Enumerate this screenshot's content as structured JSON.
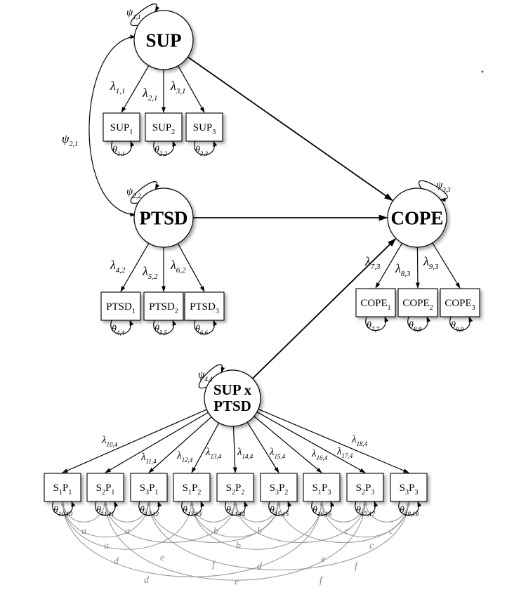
{
  "latents": {
    "sup": "SUP",
    "ptsd": "PTSD",
    "cope": "COPE",
    "interaction_line1": "SUP x",
    "interaction_line2": "PTSD"
  },
  "indicators": {
    "sup": [
      [
        "SUP",
        "1"
      ],
      [
        "SUP",
        "2"
      ],
      [
        "SUP",
        "3"
      ]
    ],
    "ptsd": [
      [
        "PTSD",
        "1"
      ],
      [
        "PTSD",
        "2"
      ],
      [
        "PTSD",
        "3"
      ]
    ],
    "cope": [
      [
        "COPE",
        "1"
      ],
      [
        "COPE",
        "2"
      ],
      [
        "COPE",
        "3"
      ]
    ],
    "products": [
      [
        "S",
        "1",
        "P",
        "1"
      ],
      [
        "S",
        "2",
        "P",
        "1"
      ],
      [
        "S",
        "3",
        "P",
        "1"
      ],
      [
        "S",
        "1",
        "P",
        "2"
      ],
      [
        "S",
        "2",
        "P",
        "2"
      ],
      [
        "S",
        "3",
        "P",
        "2"
      ],
      [
        "S",
        "1",
        "P",
        "3"
      ],
      [
        "S",
        "2",
        "P",
        "3"
      ],
      [
        "S",
        "3",
        "P",
        "3"
      ]
    ]
  },
  "symbols": {
    "psi": "ψ",
    "lambda": "λ",
    "theta": "θ"
  },
  "psi_labels": {
    "sup": "1,1",
    "ptsd": "2,2",
    "cope": "3,3",
    "interaction": "4,4",
    "covariance": "2,1"
  },
  "lambda_labels": {
    "sup": [
      "1,1",
      "2,1",
      "3,1"
    ],
    "ptsd": [
      "4,2",
      "5,2",
      "6,2"
    ],
    "cope": [
      "7,3",
      "8,3",
      "9,3"
    ],
    "products": [
      "10,4",
      "11,4",
      "12,4",
      "13,4",
      "14,4",
      "15,4",
      "16,4",
      "17,4",
      "18,4"
    ]
  },
  "theta_labels": {
    "sup": [
      "1,1",
      "2,2",
      "3,3"
    ],
    "ptsd": [
      "4,4",
      "5,5",
      "6,6"
    ],
    "cope": [
      "7,7",
      "8,8",
      "9,9"
    ],
    "products": [
      "10,10",
      "11,11",
      "12,12",
      "13,13",
      "14,14",
      "15,15",
      "16,16",
      "17,17",
      "18,18"
    ]
  },
  "correlated_residual_labels": [
    "a",
    "a",
    "a",
    "b",
    "b",
    "b",
    "c",
    "c",
    "c",
    "d",
    "d",
    "d",
    "e",
    "e",
    "e",
    "f",
    "f",
    "f"
  ]
}
